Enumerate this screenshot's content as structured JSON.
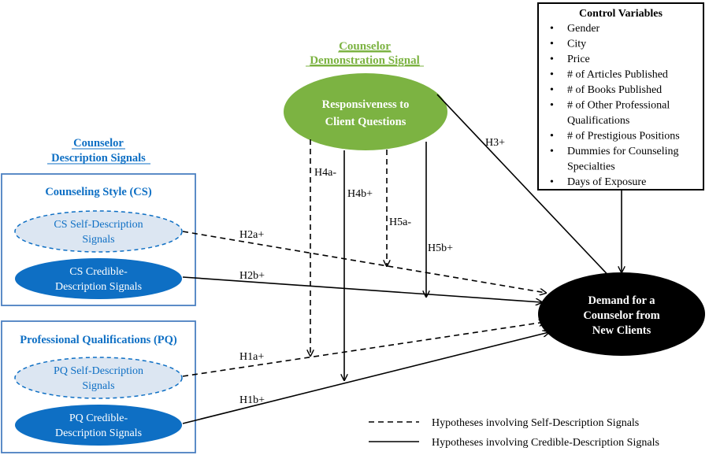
{
  "control_box": {
    "title": "Control Variables",
    "items": [
      [
        "Gender"
      ],
      [
        "City"
      ],
      [
        "Price"
      ],
      [
        "# of Articles Published"
      ],
      [
        "# of Books Published"
      ],
      [
        "# of Other Professional",
        "Qualifications"
      ],
      [
        "# of Prestigious Positions"
      ],
      [
        "Dummies for Counseling",
        "Specialties"
      ],
      [
        "Days of Exposure"
      ]
    ]
  },
  "demo_signal": {
    "heading": [
      "Counselor",
      "Demonstration Signal"
    ],
    "node": [
      "Responsiveness to",
      "Client Questions"
    ]
  },
  "desc_signal": {
    "heading": [
      "Counselor",
      "Description Signals"
    ]
  },
  "cs_group": {
    "title": "Counseling Style (CS)",
    "self_node": [
      "CS Self-Description",
      "Signals"
    ],
    "credible_node": [
      "CS Credible-",
      "Description Signals"
    ]
  },
  "pq_group": {
    "title": "Professional Qualifications (PQ)",
    "self_node": [
      "PQ Self-Description",
      "Signals"
    ],
    "credible_node": [
      "PQ Credible-",
      "Description Signals"
    ]
  },
  "outcome_node": [
    "Demand for a",
    "Counselor from",
    "New Clients"
  ],
  "hypotheses": {
    "H1a": "H1a+",
    "H1b": "H1b+",
    "H2a": "H2a+",
    "H2b": "H2b+",
    "H3": "H3+",
    "H4a": "H4a-",
    "H4b": "H4b+",
    "H5a": "H5a-",
    "H5b": "H5b+"
  },
  "legend": {
    "dashed": "Hypotheses involving Self-Description Signals",
    "solid": "Hypotheses involving Credible-Description Signals"
  },
  "colors": {
    "green": "#7cb342",
    "blue": "#0e6fc4",
    "light_blue": "#dce6f2",
    "dark": "#000000"
  }
}
